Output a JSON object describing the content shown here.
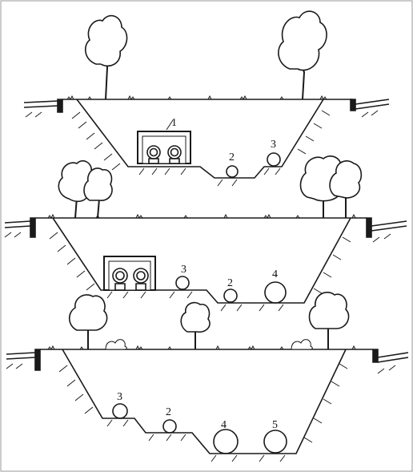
{
  "colors": {
    "ink": "#1a1a1a",
    "paper": "#ffffff",
    "frame": "#9a9a9a"
  },
  "sections": [
    {
      "id": "section-top",
      "labels": [
        {
          "text": "1",
          "tag": "pipe-gallery"
        },
        {
          "text": "2",
          "tag": "pipe"
        },
        {
          "text": "3",
          "tag": "pipe"
        }
      ]
    },
    {
      "id": "section-middle",
      "labels": [
        {
          "text": "3",
          "tag": "pipe"
        },
        {
          "text": "2",
          "tag": "pipe"
        },
        {
          "text": "4",
          "tag": "pipe"
        }
      ]
    },
    {
      "id": "section-bottom",
      "labels": [
        {
          "text": "3",
          "tag": "pipe"
        },
        {
          "text": "2",
          "tag": "pipe"
        },
        {
          "text": "4",
          "tag": "pipe"
        },
        {
          "text": "5",
          "tag": "pipe"
        }
      ]
    }
  ]
}
